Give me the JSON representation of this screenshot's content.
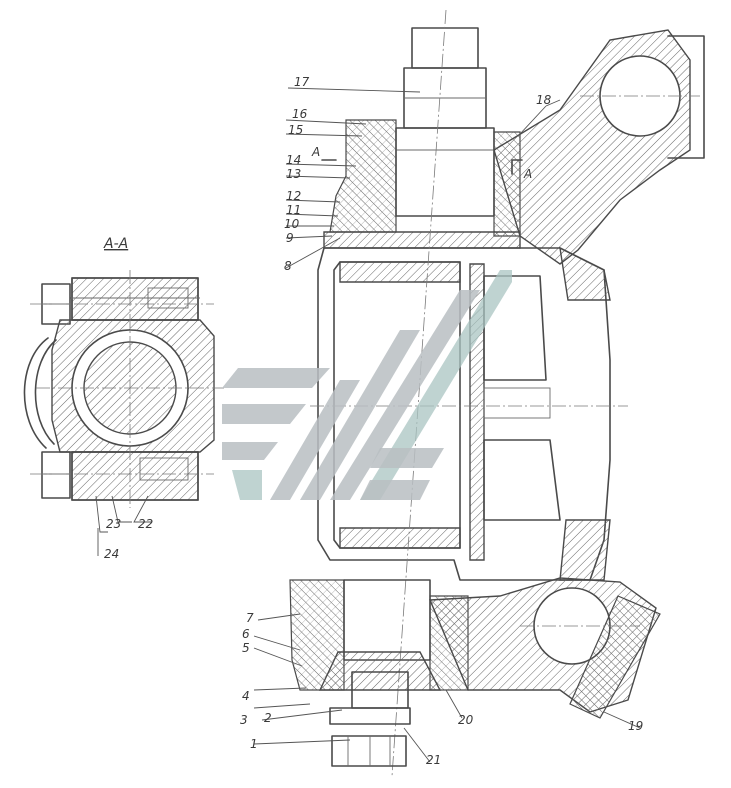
{
  "section_view": {
    "label": "A-A"
  },
  "section_marks": {
    "top": "A",
    "side": "A"
  },
  "callouts": {
    "n1": "1",
    "n2": "2",
    "n3": "3",
    "n4": "4",
    "n5": "5",
    "n6": "6",
    "n7": "7",
    "n8": "8",
    "n9": "9",
    "n10": "10",
    "n11": "11",
    "n12": "12",
    "n13": "13",
    "n14": "14",
    "n15": "15",
    "n16": "16",
    "n17": "17",
    "n18": "18",
    "n19": "19",
    "n20": "20",
    "n21": "21",
    "n22": "22",
    "n23": "23",
    "n24": "24"
  },
  "watermark": {
    "icon": "stylized-logo-watermark",
    "colors": {
      "grey": "#b9bec2",
      "teal": "#a9c4c2"
    }
  }
}
